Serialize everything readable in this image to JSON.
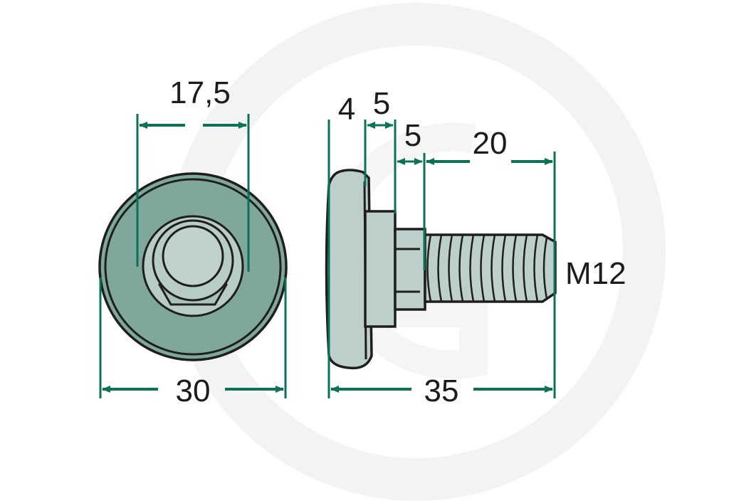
{
  "diagram": {
    "type": "technical-drawing",
    "subject": "bolt with washer head (front and side view)",
    "colors": {
      "dimension_line": "#0a7258",
      "washer_fill": "#7fa89b",
      "part_fill": "#bccfca",
      "outline": "#1e1e1e",
      "watermark": "#f2f2f2",
      "background": "#ffffff"
    },
    "front_view": {
      "dimensions": {
        "inner_width": "17,5",
        "outer_diameter": "30"
      }
    },
    "side_view": {
      "dimensions": {
        "head_thickness": "4",
        "collar_length": "5",
        "hex_length": "5",
        "thread_length": "20",
        "total_length": "35"
      },
      "thread_spec": "M12"
    }
  }
}
